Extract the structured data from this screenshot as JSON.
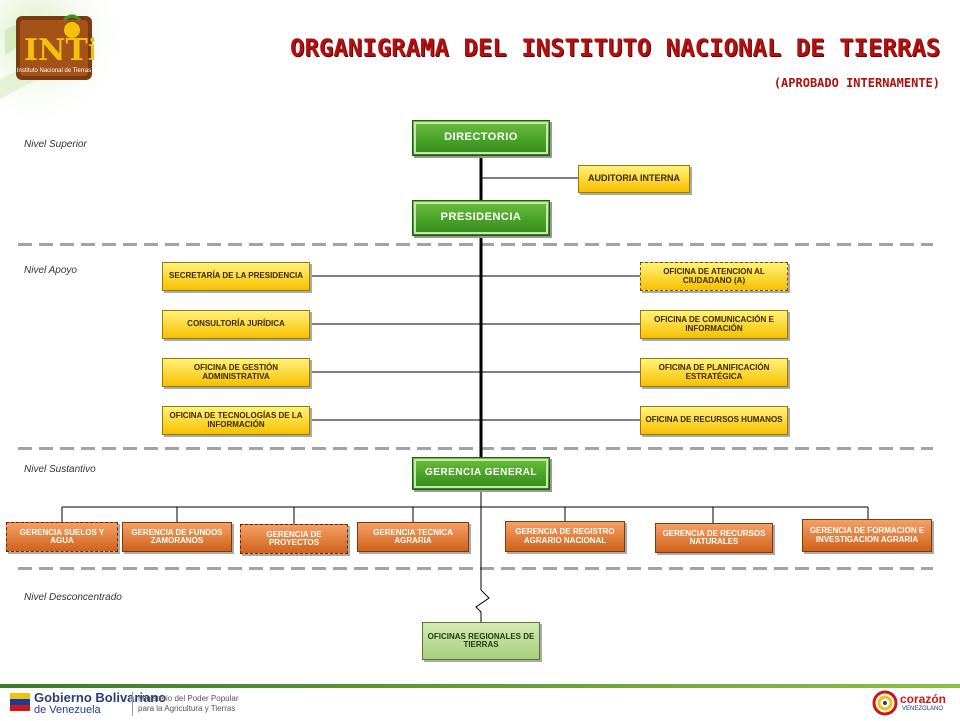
{
  "header": {
    "logo_text": "INTi",
    "logo_subtext": "Instituto Nacional de Tierras",
    "title": "ORGANIGRAMA DEL INSTITUTO NACIONAL DE TIERRAS",
    "subtitle": "(APROBADO INTERNAMENTE)"
  },
  "levels": {
    "superior": "Nivel Superior",
    "apoyo": "Nivel Apoyo",
    "sustantivo": "Nivel Sustantivo",
    "desconcentrado": "Nivel Desconcentrado"
  },
  "boxes": {
    "directorio": "DIRECTORIO",
    "auditoria": "AUDITORIA INTERNA",
    "presidencia": "PRESIDENCIA",
    "secretaria": "SECRETARÍA DE LA PRESIDENCIA",
    "consultoria": "CONSULTORÍA JURÍDICA",
    "gestion": "OFICINA DE GESTIÓN ADMINISTRATIVA",
    "tecnologias": "OFICINA DE TECNOLOGÍAS DE LA INFORMACIÓN",
    "atencion": "OFICINA DE ATENCION AL CIUDADANO (A)",
    "comunicacion": "OFICINA DE COMUNICACIÓN E INFORMACIÓN",
    "planificacion": "OFICINA DE PLANIFICACIÓN ESTRATÉGICA",
    "rrhh": "OFICINA DE RECURSOS HUMANOS",
    "gerencia_general": "GERENCIA GENERAL",
    "suelos": "GERENCIA SUELOS Y AGUA",
    "fundos": "GERENCIA DE FUNDOS ZAMORANOS",
    "proyectos": "GERENCIA DE PROYECTOS",
    "tecnica": "GERENCIA TECNICA AGRARIA",
    "registro": "GERENCIA DE REGISTRO AGRARIO NACIONAL",
    "recursos_naturales": "GERENCIA DE RECURSOS NATURALES",
    "formacion": "GERENCIA DE FORMACION E INVESTIGACION AGRARIA",
    "regionales": "OFICINAS REGIONALES DE TIERRAS"
  },
  "footer": {
    "gob_name_1": "Gobierno Bolivariano",
    "gob_name_2": "de Venezuela",
    "ministry_1": "Ministerio del Poder Popular",
    "ministry_2": "para la Agricultura y Tierras",
    "corazon_1": "corazón",
    "corazon_2": "VENEZOLANO"
  },
  "colors": {
    "title_red": "#b01010",
    "green_box": "#3c9a22",
    "yellow_box": "#f9d420",
    "orange_box": "#e07a34",
    "light_green_box": "#bcdc96"
  }
}
